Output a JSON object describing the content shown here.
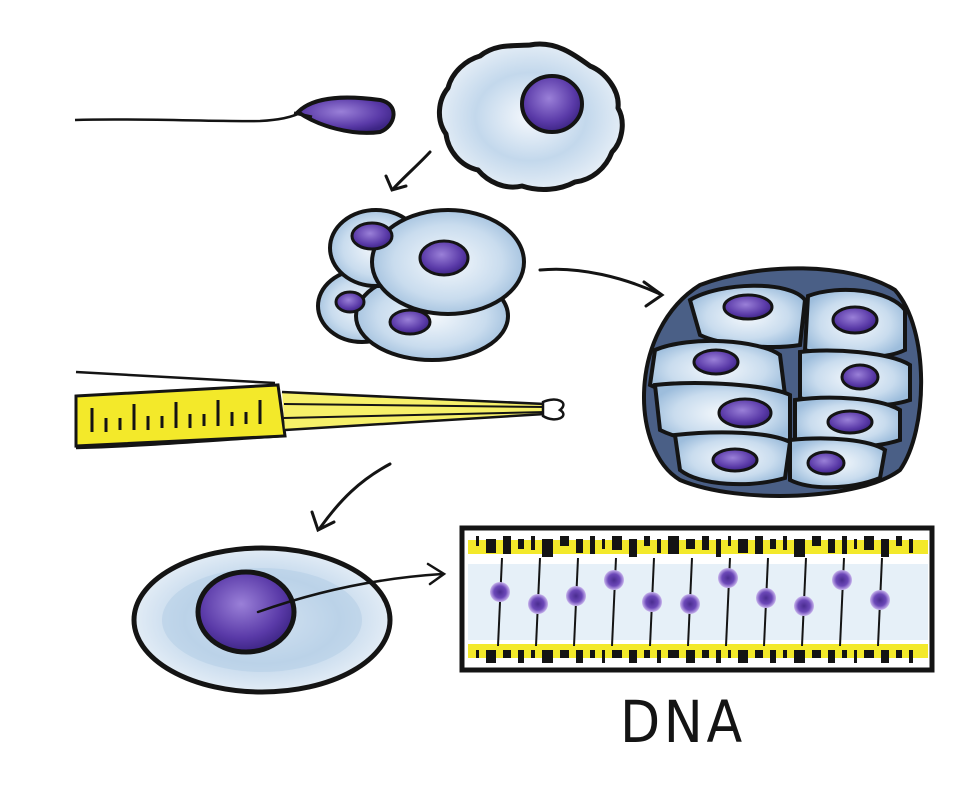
{
  "diagram": {
    "label_dna": "DNA",
    "colors": {
      "ink": "#141414",
      "cell_fill": "#e8f0f8",
      "cell_tint": "#a9c6e2",
      "nucleus": "#5a3aa8",
      "nucleus_light": "#8f72d0",
      "syringe_yellow": "#f3e92a",
      "shadow_blue": "#4a5f86"
    },
    "elements": [
      "sperm-cell",
      "egg-cell",
      "four-cell-embryo",
      "blastocyst",
      "micropipette",
      "somatic-cell",
      "dna-strip"
    ]
  }
}
